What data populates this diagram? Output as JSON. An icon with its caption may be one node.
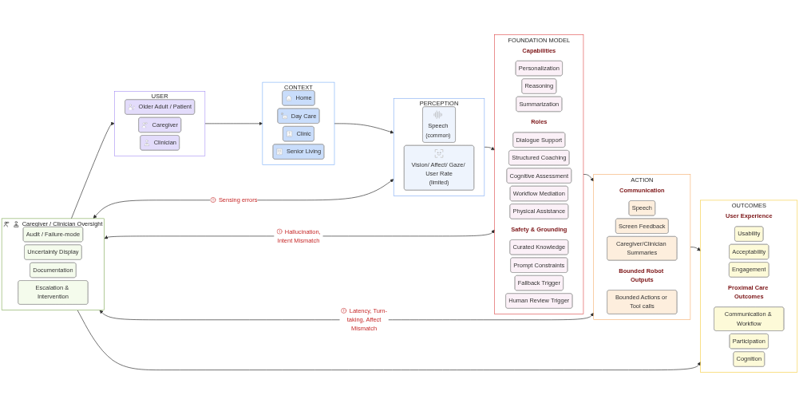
{
  "diagram": {
    "nodes": [
      {
        "text": [
          "USER"
        ]
      },
      {
        "text": [
          "Older Adult / Patient"
        ],
        "in": 0
      },
      {
        "text": [
          "Caregiver"
        ],
        "in": 0
      },
      {
        "text": [
          "Clinician"
        ],
        "in": 0
      },
      {
        "text": [
          "CONTEXT"
        ]
      },
      {
        "text": [
          "Home"
        ],
        "in": 4
      },
      {
        "text": [
          "Day Care"
        ],
        "in": 4
      },
      {
        "text": [
          "Clinic"
        ],
        "in": 4
      },
      {
        "text": [
          "Senior Living"
        ],
        "in": 4
      },
      {
        "text": [
          "PERCEPTION"
        ]
      },
      {
        "text": [
          "Speech",
          "(common)"
        ],
        "in": 9
      },
      {
        "text": [
          "Vision/ Affect/ Gaze/ User Rate",
          "(limited)"
        ],
        "in": 9
      },
      {
        "text": [
          "FOUNDATION MODEL"
        ]
      },
      {
        "text": [
          "Capabilities"
        ],
        "in": 12
      },
      {
        "text": [
          "Personalization"
        ],
        "in": 12
      },
      {
        "text": [
          "Reasoning"
        ],
        "in": 12
      },
      {
        "text": [
          "Summarization"
        ],
        "in": 12
      },
      {
        "text": [
          "Roles"
        ],
        "in": 12
      },
      {
        "text": [
          "Dialogue Support"
        ],
        "in": 12
      },
      {
        "text": [
          "Structured Coaching"
        ],
        "in": 12
      },
      {
        "text": [
          "Cognitive Assessment"
        ],
        "in": 12
      },
      {
        "text": [
          "Workflow Mediation"
        ],
        "in": 12
      },
      {
        "text": [
          "Physical Assistance"
        ],
        "in": 12
      },
      {
        "text": [
          "Safety & Grounding"
        ],
        "in": 12
      },
      {
        "text": [
          "Curated Knowledge"
        ],
        "in": 12
      },
      {
        "text": [
          "Prompt Constraints"
        ],
        "in": 12
      },
      {
        "text": [
          "Fallback Trigger"
        ],
        "in": 12
      },
      {
        "text": [
          "Human Review Trigger"
        ],
        "in": 12
      },
      {
        "text": [
          "ACTION"
        ]
      },
      {
        "text": [
          "Communication"
        ],
        "in": 28
      },
      {
        "text": [
          "Speech"
        ],
        "in": 28
      },
      {
        "text": [
          "Screen Feedback"
        ],
        "in": 28
      },
      {
        "text": [
          "Caregiver/Clinician Summaries"
        ],
        "in": 28
      },
      {
        "text": [
          "Bounded Robot Outputs"
        ],
        "in": 28
      },
      {
        "text": [
          "Bounded Actions or Tool calls"
        ],
        "in": 28
      },
      {
        "text": [
          "OUTCOMES"
        ]
      },
      {
        "text": [
          "User Experience"
        ],
        "in": 35
      },
      {
        "text": [
          "Usability"
        ],
        "in": 35
      },
      {
        "text": [
          "Acceptability"
        ],
        "in": 35
      },
      {
        "text": [
          "Engagement"
        ],
        "in": 35
      },
      {
        "text": [
          "Proximal Care Outcomes"
        ],
        "in": 35
      },
      {
        "text": [
          "Communication & Workflow"
        ],
        "in": 35
      },
      {
        "text": [
          "Participation"
        ],
        "in": 35
      },
      {
        "text": [
          "Cognition"
        ],
        "in": 35
      },
      {
        "text": [
          "Caregiver / Clinician Oversight"
        ]
      },
      {
        "text": [
          "Audit / Failure-mode"
        ],
        "in": 44
      },
      {
        "text": [
          "Uncertainty Display"
        ],
        "in": 44
      },
      {
        "text": [
          "Documentation"
        ],
        "in": 44
      },
      {
        "text": [
          "Escalation & Intervention"
        ],
        "in": 44
      }
    ],
    "edges": [
      {
        "from": 0,
        "to": 4,
        "arrow": "to"
      },
      {
        "from": 4,
        "to": 9,
        "arrow": "to"
      },
      {
        "from": 9,
        "to": 12,
        "arrow": "to"
      },
      {
        "from": 12,
        "to": 28,
        "arrow": "to"
      },
      {
        "from": 28,
        "to": 35,
        "arrow": "to"
      },
      {
        "from": 44,
        "to": 0,
        "arrow": "to"
      },
      {
        "from": 44,
        "to": 9,
        "arrow": "both",
        "label": "Sensing errors"
      },
      {
        "from": 44,
        "to": 12,
        "arrow": "both",
        "label": "Hallucination, Intent Mismatch"
      },
      {
        "from": 44,
        "to": 28,
        "arrow": "both",
        "label": "Latency, Turn-taking, Affect Mismatch"
      },
      {
        "from": 44,
        "to": 35,
        "arrow": "to"
      }
    ]
  }
}
